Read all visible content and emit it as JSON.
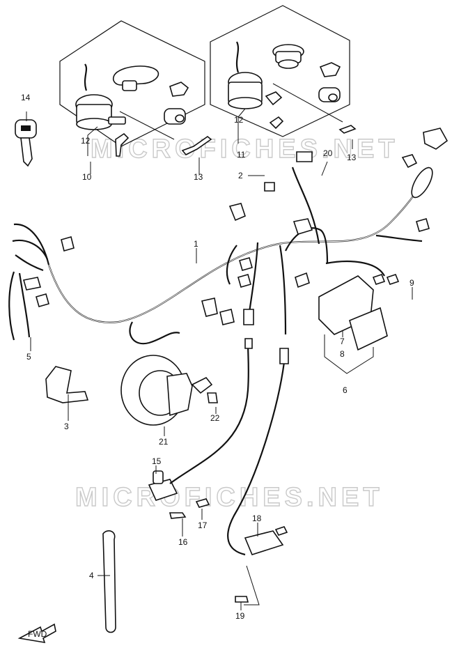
{
  "watermark": "MICROFICHES.NET",
  "fwd_label": "FWD",
  "callouts": {
    "c1": "1",
    "c2": "2",
    "c3": "3",
    "c4": "4",
    "c5": "5",
    "c6": "6",
    "c7": "7",
    "c8": "8",
    "c9": "9",
    "c10": "10",
    "c11": "11",
    "c12a": "12",
    "c12b": "12",
    "c13a": "13",
    "c13b": "13",
    "c14": "14",
    "c15": "15",
    "c16": "16",
    "c17": "17",
    "c18": "18",
    "c19": "19",
    "c20": "20",
    "c21": "21",
    "c22": "22"
  }
}
